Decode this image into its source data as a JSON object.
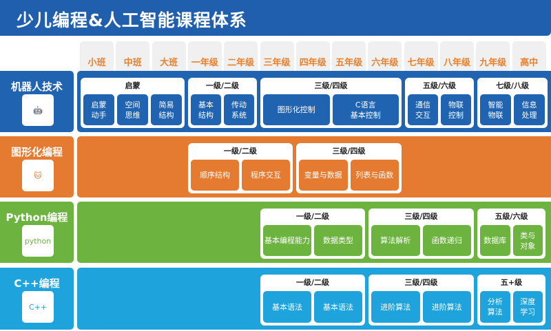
{
  "title": "少儿编程&人工智能课程体系",
  "grades": [
    "小班",
    "中班",
    "大班",
    "一年级",
    "二年级",
    "三年级",
    "四年级",
    "五年级",
    "六年级",
    "七年级",
    "八年级",
    "九年级",
    "高中"
  ],
  "rows": [
    {
      "label": "机器人技术",
      "color": "#2063b0",
      "logo": "robot-icon",
      "groups": [
        {
          "title": "启蒙",
          "items": [
            "启蒙\n动手",
            "空间\n思维",
            "简易\n结构"
          ]
        },
        {
          "title": "一级/二级",
          "items": [
            "基本\n结构",
            "传动\n系统"
          ]
        },
        {
          "title": "三级/四级",
          "items": [
            "图形化控制",
            "C语言\n基本控制"
          ]
        },
        {
          "title": "五级/六级",
          "items": [
            "通信\n交互",
            "物联\n控制"
          ]
        },
        {
          "title": "七级/八级",
          "items": [
            "智能\n物联",
            "信息\n处理"
          ]
        }
      ]
    },
    {
      "label": "图形化编程",
      "color": "#e47b30",
      "logo": "scratch-cat-icon",
      "groups": [
        {
          "title": "一级/二级",
          "items": [
            "顺序结构",
            "程序交互"
          ]
        },
        {
          "title": "三级/四级",
          "items": [
            "变量与数据",
            "列表与函数"
          ]
        }
      ]
    },
    {
      "label": "Python编程",
      "color": "#6db33f",
      "logo": "python-logo-icon",
      "logo_text": "python",
      "groups": [
        {
          "title": "一级/二级",
          "items": [
            "基本编程能力",
            "数据类型"
          ]
        },
        {
          "title": "三级/四级",
          "items": [
            "算法解析",
            "函数递归"
          ]
        },
        {
          "title": "五级/六级",
          "items": [
            "数据库",
            "类与\n对象"
          ]
        }
      ]
    },
    {
      "label": "C++编程",
      "color": "#1ea3dc",
      "logo": "cpp-logo-icon",
      "logo_text": "C++",
      "groups": [
        {
          "title": "一级/二级",
          "items": [
            "基本语法",
            "基本语法"
          ]
        },
        {
          "title": "三级/四级",
          "items": [
            "进阶算法",
            "进阶算法"
          ]
        },
        {
          "title": "五+级",
          "items": [
            "分析\n算法",
            "深度\n学习"
          ]
        }
      ]
    }
  ]
}
